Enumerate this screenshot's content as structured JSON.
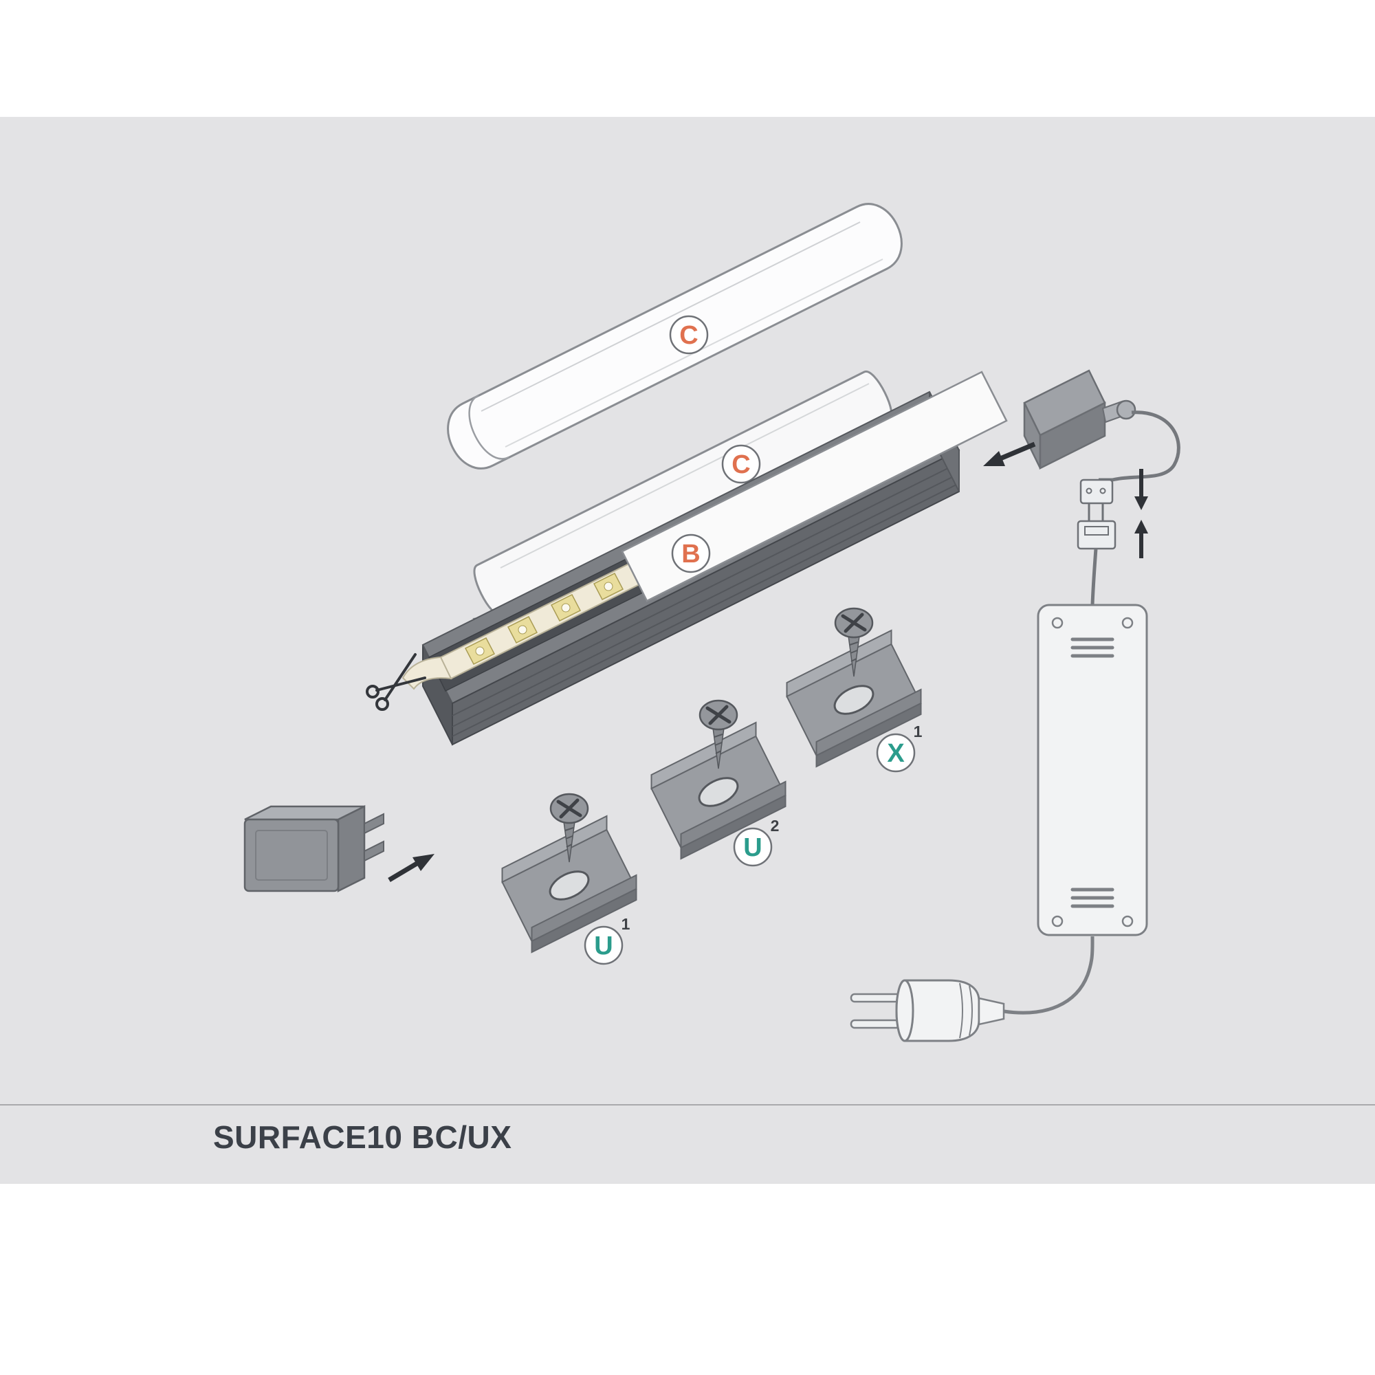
{
  "diagram": {
    "title": "SURFACE10 BC/UX",
    "parts": {
      "cover_round_label": "C",
      "cover_flat_label": "C",
      "base_profile_label": "B",
      "clip_u1_label": "U",
      "clip_u1_variant": "1",
      "clip_u2_label": "U",
      "clip_u2_variant": "2",
      "clip_x_label": "X",
      "clip_x_variant": "1"
    },
    "colors": {
      "panel_background": "#e3e3e5",
      "cover_label": "#e0714f",
      "clip_label": "#2b9c8c",
      "title_text": "#3b4048",
      "outline": "#6b6e73"
    },
    "icons": {
      "scissors-icon": "✂",
      "arrow-icon": "➔"
    }
  }
}
